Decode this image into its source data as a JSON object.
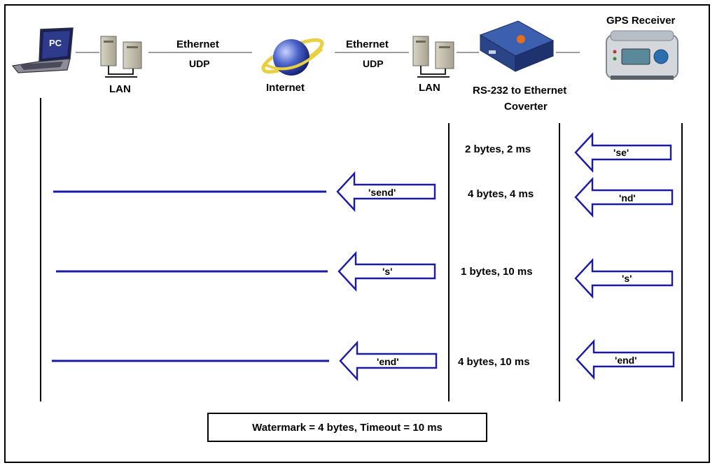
{
  "nodes": {
    "pc": "PC",
    "lan1": "LAN",
    "link1_top": "Ethernet",
    "link1_bottom": "UDP",
    "internet": "Internet",
    "link2_top": "Ethernet",
    "link2_bottom": "UDP",
    "lan2": "LAN",
    "converter_line1": "RS-232 to Ethernet",
    "converter_line2": "Coverter",
    "gps": "GPS Receiver"
  },
  "sequence": [
    {
      "right_arrow": "'se'",
      "timing": "2 bytes, 2 ms",
      "left_arrow": ""
    },
    {
      "right_arrow": "'nd'",
      "timing": "4 bytes, 4 ms",
      "left_arrow": "'send'"
    },
    {
      "right_arrow": "'s'",
      "timing": "1 bytes, 10 ms",
      "left_arrow": "'s'"
    },
    {
      "right_arrow": "'end'",
      "timing": "4 bytes, 10 ms",
      "left_arrow": "'end'"
    }
  ],
  "footer": "Watermark = 4 bytes, Timeout = 10 ms",
  "colors": {
    "arrow": "#1a1aa8",
    "line": "#1a1aa8",
    "lifeline": "#000000"
  }
}
